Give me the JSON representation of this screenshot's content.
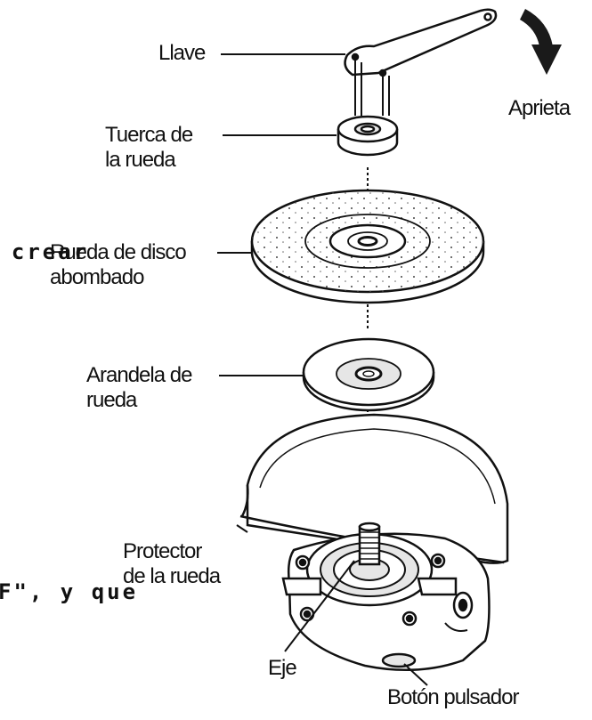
{
  "labels": {
    "llave": "Llave",
    "aprieta": "Aprieta",
    "tuerca_line1": "Tuerca de",
    "tuerca_line2": "la rueda",
    "rueda_line1": "Rueda de disco",
    "rueda_line2": "abombado",
    "arandela_line1": "Arandela de",
    "arandela_line2": "rueda",
    "protector_line1": "Protector",
    "protector_line2": "de la rueda",
    "eje": "Eje",
    "boton": "Botón pulsador"
  },
  "bleed_through": {
    "fragment1": "o crear",
    "fragment2": "F\", y que"
  },
  "colors": {
    "ink": "#111111",
    "background": "#ffffff",
    "shade": "#e6e6e6",
    "arrow": "#1a1a1a"
  }
}
